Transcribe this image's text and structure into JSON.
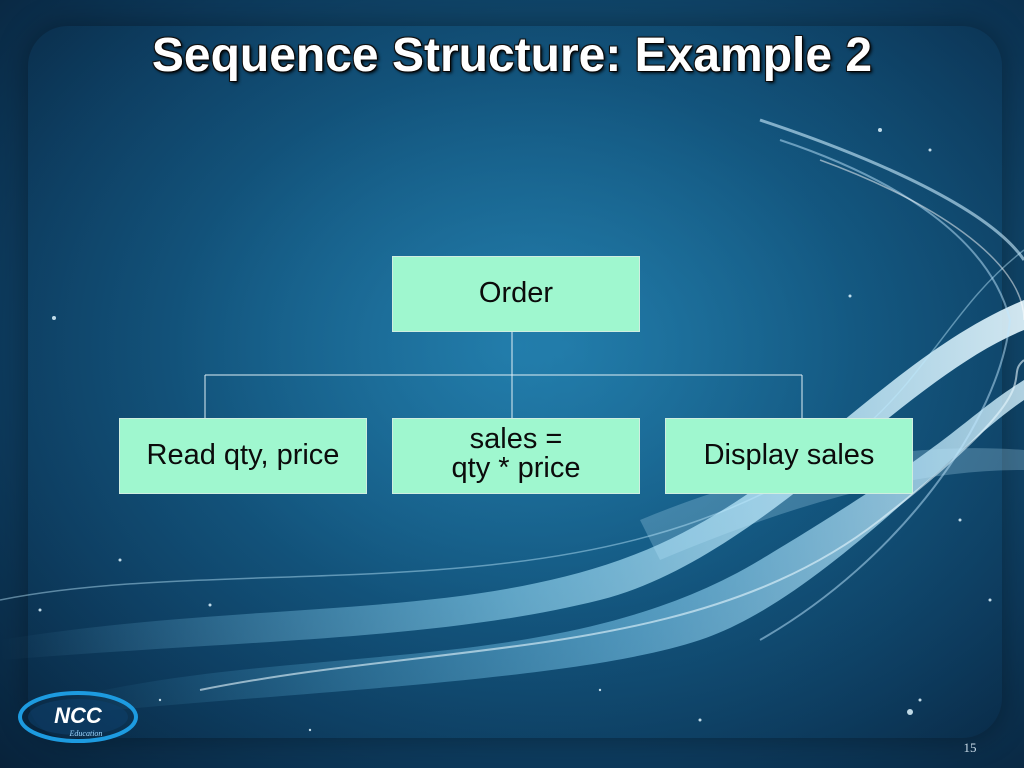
{
  "slide": {
    "title": "Sequence Structure: Example 2",
    "page_number": "15"
  },
  "diagram": {
    "root": {
      "label": "Order"
    },
    "children": [
      {
        "lines": [
          "Read qty, price"
        ]
      },
      {
        "lines": [
          "sales =",
          "qty * price"
        ]
      },
      {
        "lines": [
          "Display sales"
        ]
      }
    ]
  },
  "logo": {
    "text": "NCC",
    "subtext": "Education",
    "icon": "ncc-logo-icon"
  },
  "colors": {
    "node_fill": "#9ff7cf",
    "connector": "#dfeff5",
    "title_text": "#ffffff",
    "background": "#14567d"
  }
}
